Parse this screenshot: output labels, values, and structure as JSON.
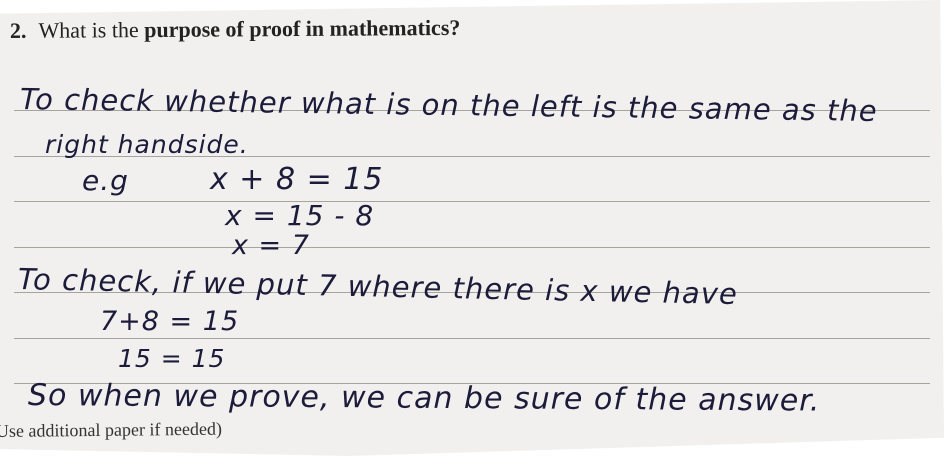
{
  "question": {
    "number": "2.",
    "text_plain": "What is the",
    "text_bold": "purpose of proof in mathematics?"
  },
  "answer": {
    "line1": "To check whether what is on the left is the same as the",
    "line2": "right handside.",
    "eg_label": "e.g",
    "eq1": "x + 8 = 15",
    "eq2": "x = 15 - 8",
    "eq3": "x = 7",
    "line4": "To check, if we put 7 where there is x we have",
    "eq4": "7+8 = 15",
    "eq5": "15 = 15",
    "line5": "So when we prove, we can be sure of the answer."
  },
  "footer": {
    "note": "Use additional paper if needed)"
  }
}
